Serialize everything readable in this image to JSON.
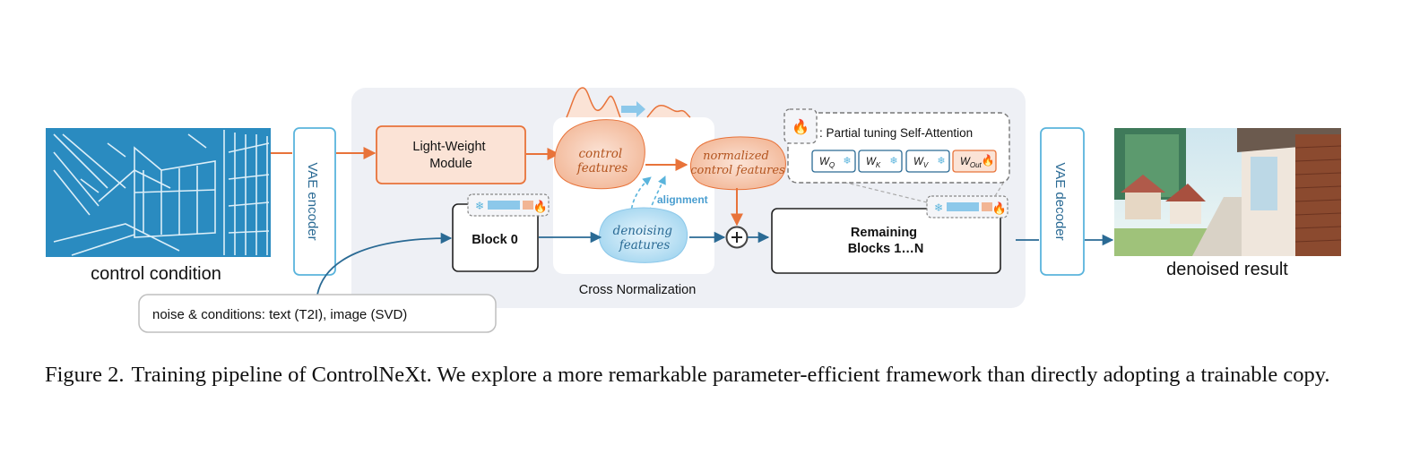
{
  "diagram": {
    "control_condition_label": "control condition",
    "denoised_result_label": "denoised result",
    "vae_encoder_label": "VAE encoder",
    "vae_decoder_label": "VAE decoder",
    "lightweight_module_label": [
      "Light-Weight",
      "Module"
    ],
    "control_features_label": [
      "control",
      "features"
    ],
    "normalized_control_features_label": [
      "normalized",
      "control features"
    ],
    "denoising_features_label": [
      "denoising",
      "features"
    ],
    "alignment_label": "alignment",
    "cross_normalization_label": "Cross Normalization",
    "block0_label": "Block 0",
    "remaining_blocks_label": [
      "Remaining",
      "Blocks 1…N"
    ],
    "legend_text": ": Partial tuning  Self-Attention",
    "weights": [
      {
        "base": "W",
        "sub": "Q",
        "status": "frozen"
      },
      {
        "base": "W",
        "sub": "K",
        "status": "frozen"
      },
      {
        "base": "W",
        "sub": "V",
        "status": "frozen"
      },
      {
        "base": "W",
        "sub": "Out",
        "status": "trainable"
      }
    ],
    "noise_conditions_label": "noise & conditions: text (T2I), image (SVD)",
    "colors": {
      "orange": "#e8733a",
      "blue": "#2a6a94",
      "light_blue": "#5ab4dc",
      "panel_bg": "#eef0f5"
    }
  },
  "caption": {
    "label": "Figure 2.",
    "text": "Training pipeline of ControlNeXt. We explore a more remarkable parameter-efficient framework than directly adopting a trainable copy."
  }
}
